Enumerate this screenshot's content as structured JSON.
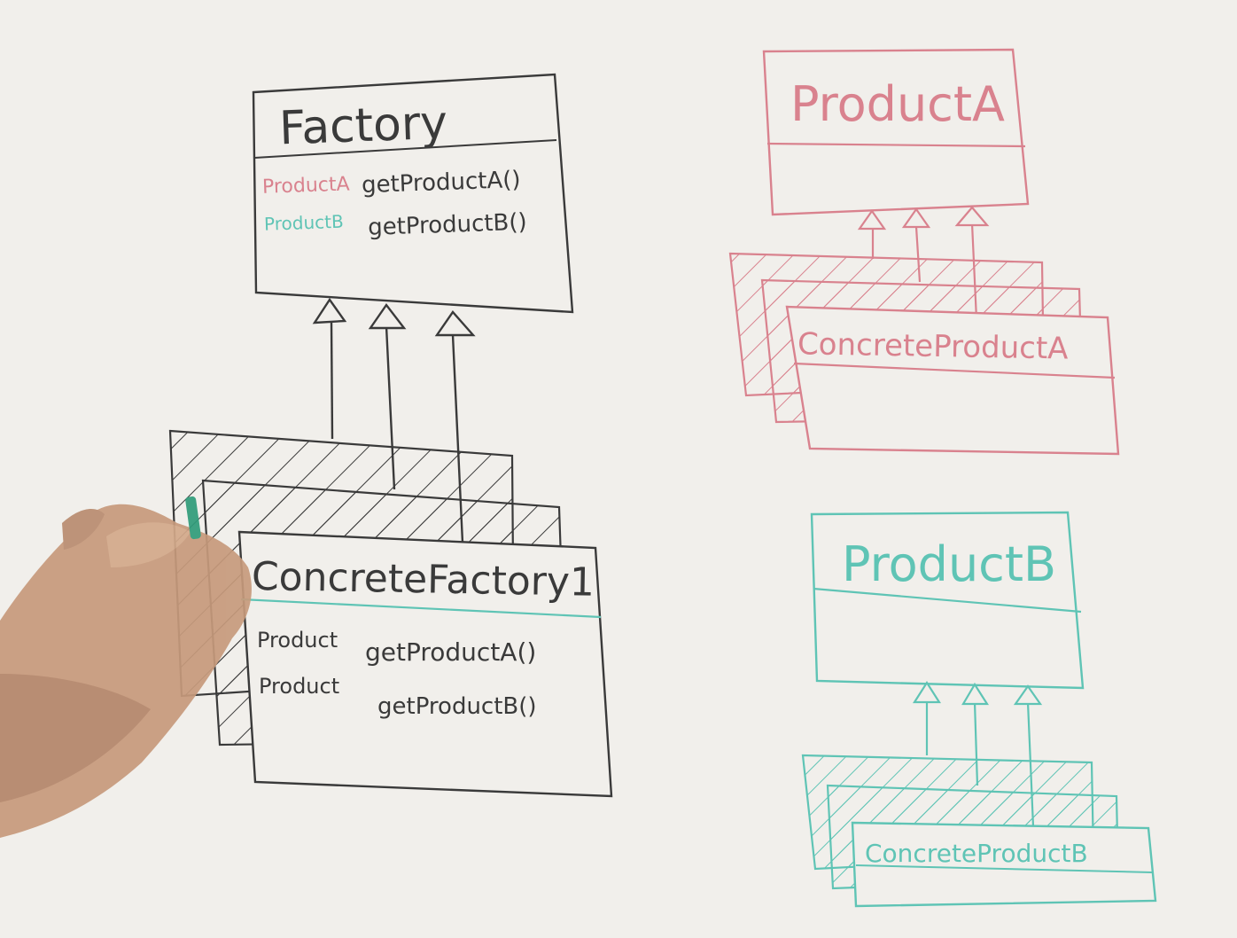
{
  "colors": {
    "board": "#f1efeb",
    "ink_black": "#3a3a3a",
    "ink_red": "#d9828e",
    "ink_teal": "#5fc4b5",
    "hand": "#c79a7c"
  },
  "factory": {
    "title": "Factory",
    "methods": [
      {
        "type": "ProductA",
        "name": "getProductA()"
      },
      {
        "type": "ProductB",
        "name": "getProductB()"
      }
    ]
  },
  "concrete_factory": {
    "title": "ConcreteFactory1",
    "methods": [
      {
        "type": "Product",
        "name": "getProductA()"
      },
      {
        "type": "Product",
        "name": "getProductB()"
      }
    ]
  },
  "product_a": {
    "title": "ProductA",
    "concrete_title": "ConcreteProductA"
  },
  "product_b": {
    "title": "ProductB",
    "concrete_title": "ConcreteProductB"
  }
}
